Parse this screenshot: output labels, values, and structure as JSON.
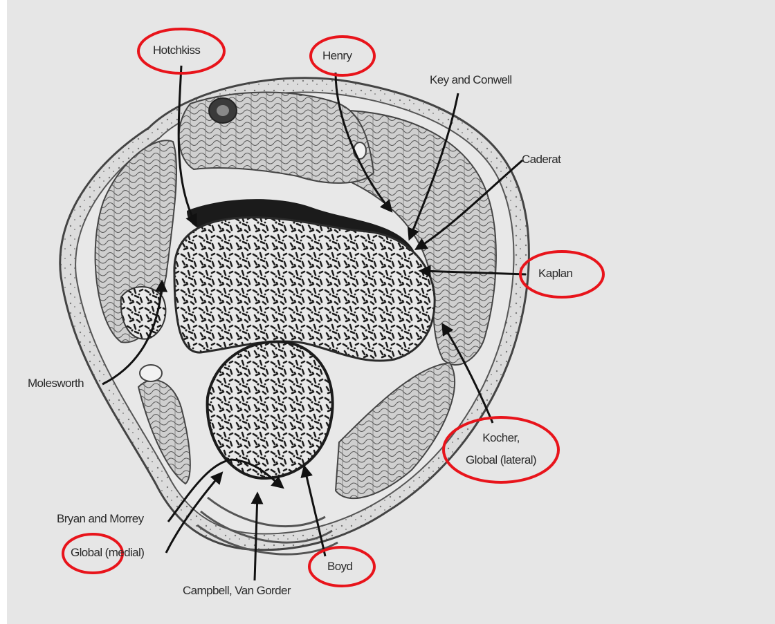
{
  "diagram": {
    "labels": {
      "hotchkiss": "Hotchkiss",
      "henry": "Henry",
      "key_conwell": "Key and Conwell",
      "caderat": "Caderat",
      "kaplan": "Kaplan",
      "kocher_line1": "Kocher,",
      "kocher_line2": "Global (lateral)",
      "molesworth": "Molesworth",
      "bryan_morrey": "Bryan and Morrey",
      "global_medial": "Global (medial)",
      "campbell": "Campbell, Van Gorder",
      "boyd": "Boyd"
    },
    "highlighted": [
      "Hotchkiss",
      "Henry",
      "Kaplan",
      "Kocher, Global (lateral)",
      "Global",
      "Boyd"
    ],
    "highlight_color": "#e8141b"
  }
}
